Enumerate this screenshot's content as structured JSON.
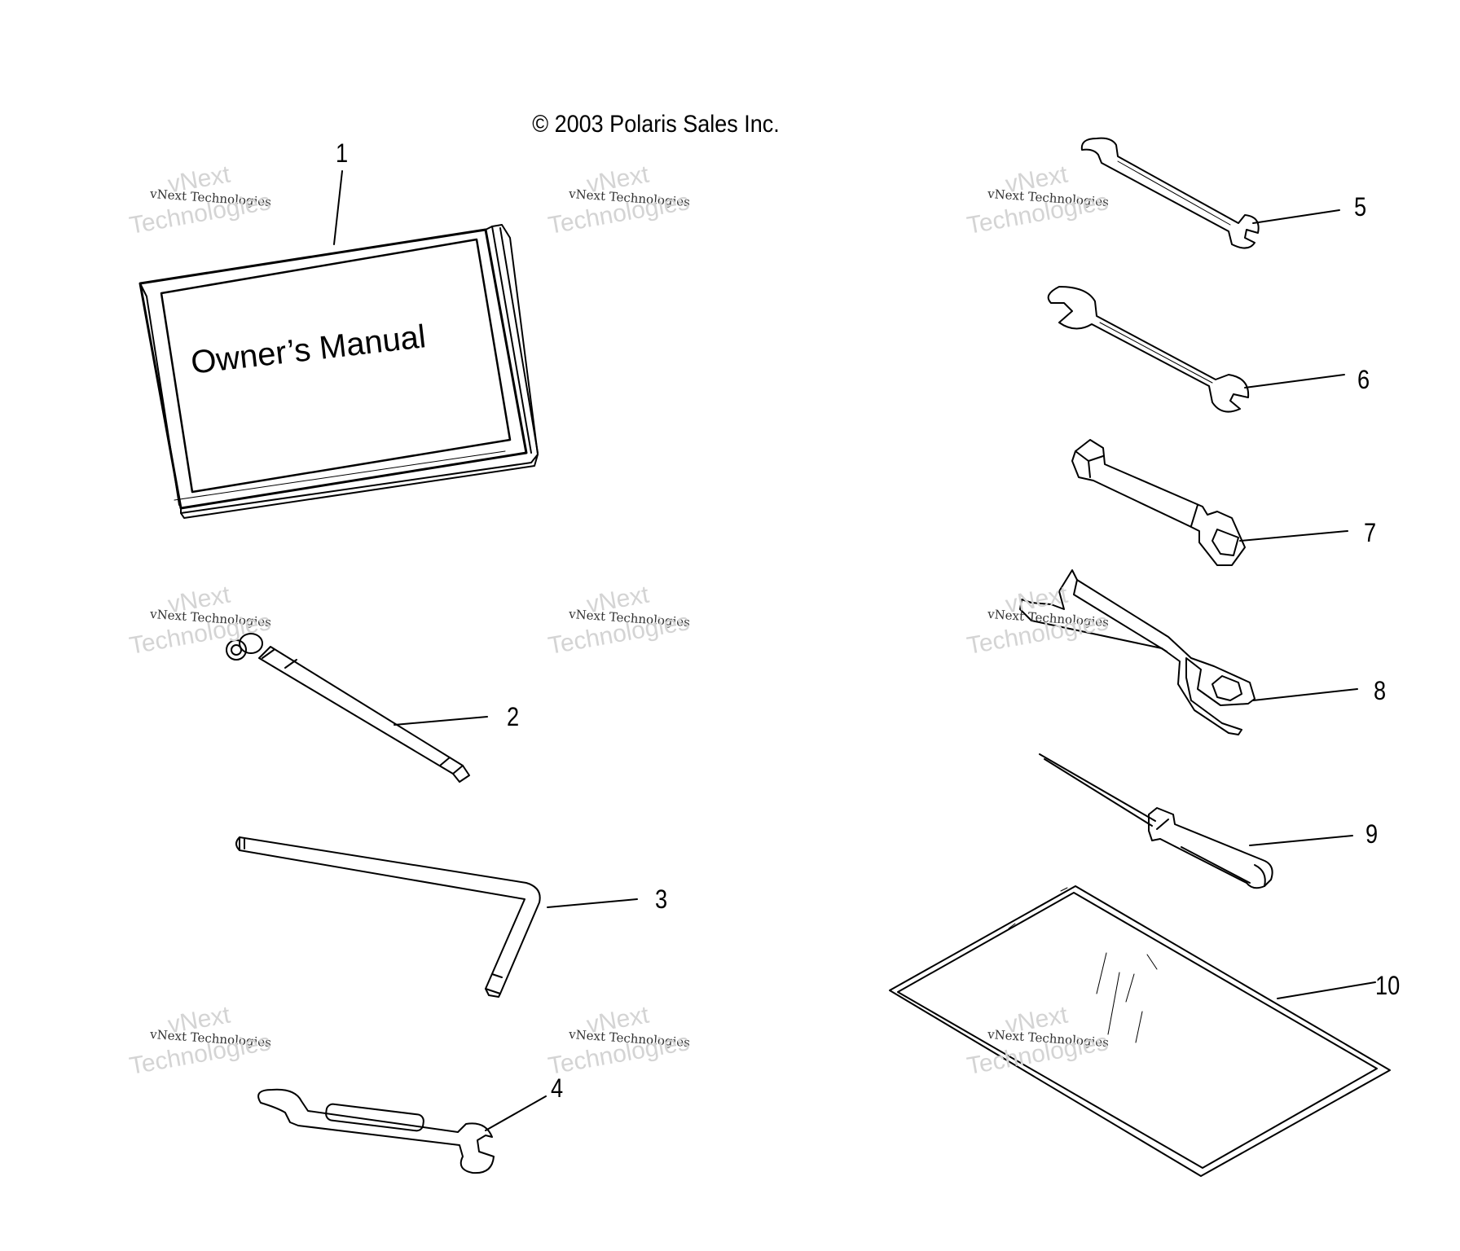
{
  "copyright": "© 2003 Polaris Sales Inc.",
  "manual_cover_text": "Owner’s Manual",
  "callouts": [
    "1",
    "2",
    "3",
    "4",
    "5",
    "6",
    "7",
    "8",
    "9",
    "10"
  ],
  "watermark": {
    "line1": "vNext",
    "line2": "vNext Technologies",
    "line3": "Technologies"
  },
  "colors": {
    "line": "#000000",
    "watermark": "#d4d4d4",
    "background": "#ffffff"
  }
}
